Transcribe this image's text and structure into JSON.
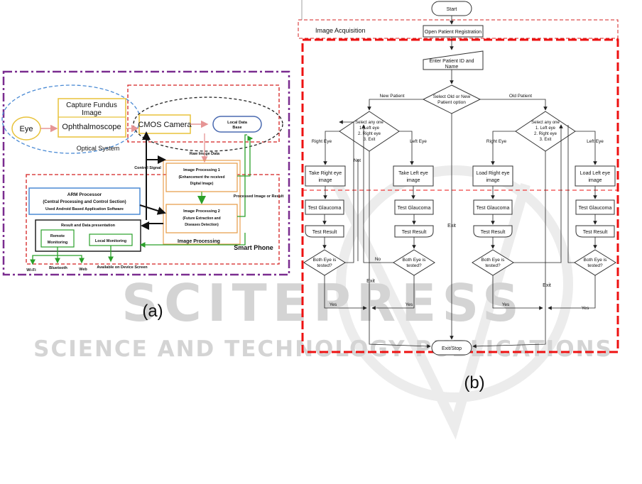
{
  "watermark": {
    "logo": "SCITEPRESS",
    "tagline": "SCIENCE AND TECHNOLOGY PUBLICATIONS"
  },
  "panel_a": {
    "caption": "(a)",
    "eye": "Eye",
    "capture_line1": "Capture Fundus",
    "capture_line2": "Image",
    "ophthalmoscope": "Ophthalmoscope",
    "optical_system": "Optical System",
    "cmos_camera": "CMOS Camera",
    "local_db_line1": "Local Data",
    "local_db_line2": "Base",
    "raw_image_data": "Raw Image Data",
    "control_signal": "Control Signal",
    "ip1_line1": "Image Processing 1",
    "ip1_line2": "(Enhancement the received",
    "ip1_line3": "Digital Image)",
    "ip2_line1": "Image Processing 2",
    "ip2_line2": "(Future Extraction and",
    "ip2_line3": "Diseases Detection)",
    "image_processing": "Image Processing",
    "processed_image": "Processed Image or Result",
    "arm_line1": "ARM Processor",
    "arm_line2": "(Central Processing and Control Section)",
    "arm_line3": "Used Android Based Application Software",
    "result_title": "Result and Data presentation",
    "remote_line1": "Remote",
    "remote_line2": "Monitoring",
    "local_monitoring": "Local Monitoring",
    "smart_phone": "Smart Phone",
    "wifi": "Wi-Fi",
    "bluetooth": "Bluetooth",
    "web": "Web",
    "device_screen": "Available on Device Screen"
  },
  "panel_b": {
    "caption": "(b)",
    "start": "Start",
    "image_acquisition": "Image Acquisition",
    "open_registration": "Open Patient Registration",
    "enter_line1": "Enter Patient ID and",
    "enter_line2": "Name",
    "select_patient_line1": "Select Old or New",
    "select_patient_line2": "Patient option",
    "new_patient": "New Patient",
    "old_patient": "Old Patient",
    "select_any": "Select any one",
    "opt1": "1. Left eye",
    "opt2": "2. Right eye",
    "opt3": "3. Exit",
    "right_eye": "Right Eye",
    "left_eye": "Left Eye",
    "not": "Not",
    "exit": "Exit",
    "take_right_line1": "Take Right eye",
    "take_left_line1": "Take Left eye",
    "image": "image",
    "load_right_line1": "Load Right eye",
    "load_left_line1": "Load Left eye",
    "test_glaucoma": "Test Glaucoma",
    "test_result": "Test Result",
    "both_line1": "Both Eye is",
    "both_line2": "tested?",
    "no": "No",
    "yes": "Yes",
    "exit_stop": "Exit/Stop"
  }
}
